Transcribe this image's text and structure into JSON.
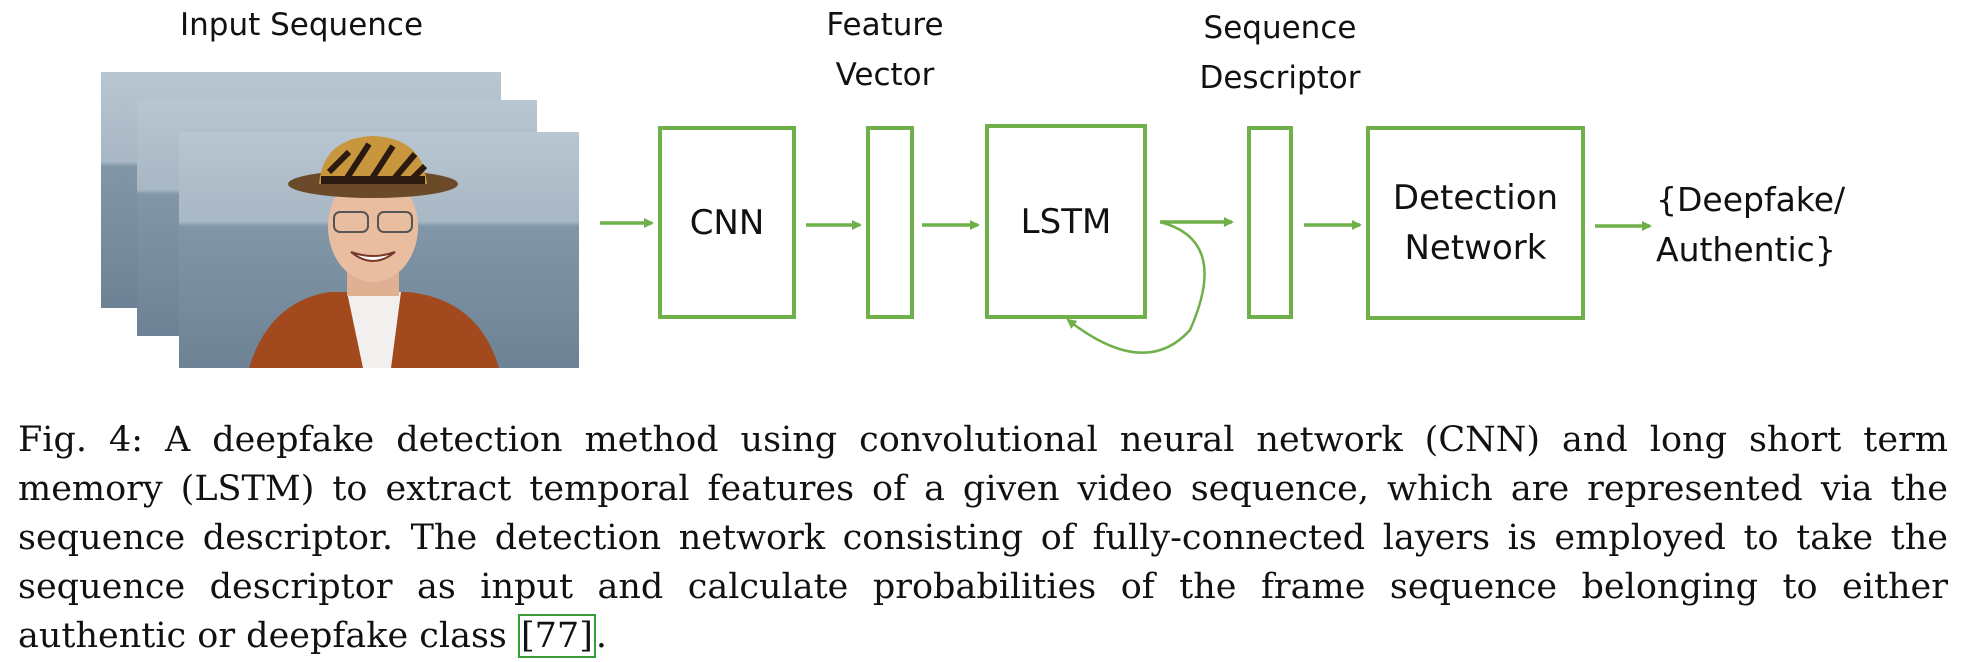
{
  "diagram": {
    "input_label": "Input Sequence",
    "feature_label": [
      "Feature",
      "Vector"
    ],
    "sequence_label": [
      "Sequence",
      "Descriptor"
    ],
    "cnn": "CNN",
    "lstm": "LSTM",
    "detection": [
      "Detection",
      "Network"
    ],
    "output": [
      "{Deepfake/",
      "Authentic}"
    ],
    "accent_color": "#6fb04a"
  },
  "caption": {
    "prefix": "Fig.  4:",
    "text": " A deepfake detection method using convolutional neural network (CNN) and long short term memory (LSTM) to extract temporal features of a given video sequence, which are represented via the sequence descriptor.  The detection network consisting of fully-connected layers is employed to take the sequence descriptor as input and calculate probabilities of the frame sequence belonging to either authentic or deepfake class ",
    "ref": "[77]",
    "suffix": "."
  }
}
